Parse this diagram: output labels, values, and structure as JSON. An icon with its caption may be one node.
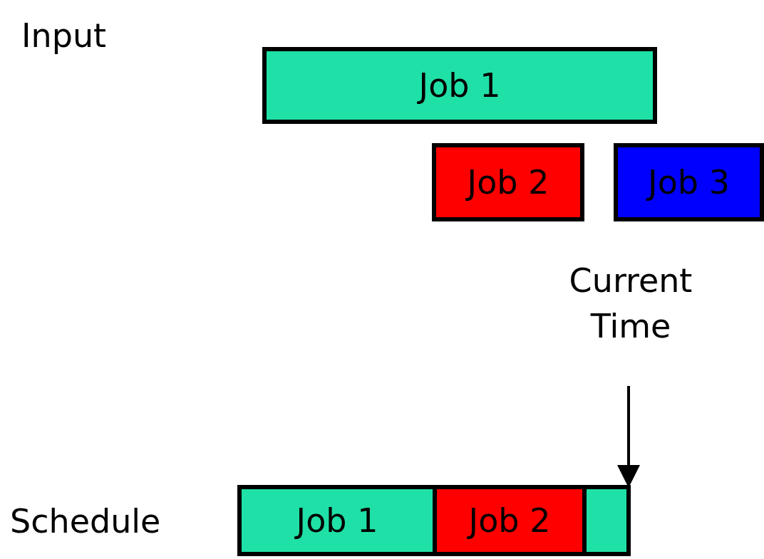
{
  "diagram": {
    "nodes": [
      {
        "text": [
          "Job 1"
        ]
      },
      {
        "text": [
          "Job 2"
        ]
      },
      {
        "text": [
          "Job 3"
        ]
      },
      {
        "text": [
          "Current Time"
        ]
      },
      {
        "text": [
          "Job 1"
        ]
      },
      {
        "text": [
          "Job 2"
        ]
      },
      {
        "text": [],
        "shape": "box"
      }
    ],
    "edges": [
      {
        "from": 3,
        "to": 6,
        "arrow": "to"
      }
    ],
    "labels": [
      "Input",
      "Schedule"
    ]
  }
}
